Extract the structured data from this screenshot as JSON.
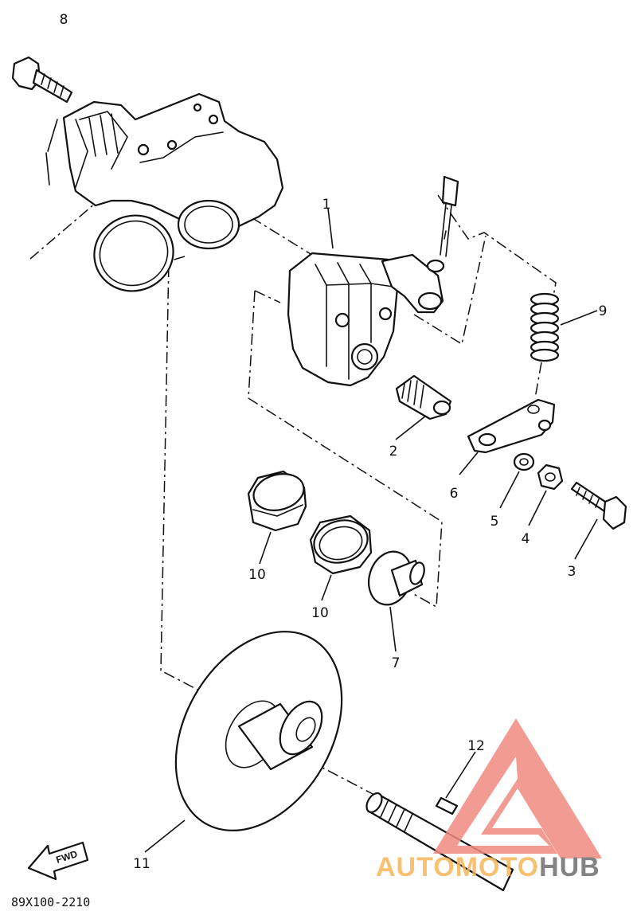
{
  "diagram": {
    "part_callouts": [
      "1",
      "2",
      "3",
      "4",
      "5",
      "6",
      "7",
      "8",
      "9",
      "10",
      "10",
      "11",
      "12"
    ],
    "drawing_code": "89X100-2210",
    "direction_arrow_label": "FWD"
  },
  "watermark": {
    "word_part1": "AUTOMOTO",
    "word_part2": "HUB",
    "colors": {
      "triangle": "#f08a80",
      "text_orange": "#f5b85a",
      "text_dark": "#6e6e6e"
    }
  }
}
